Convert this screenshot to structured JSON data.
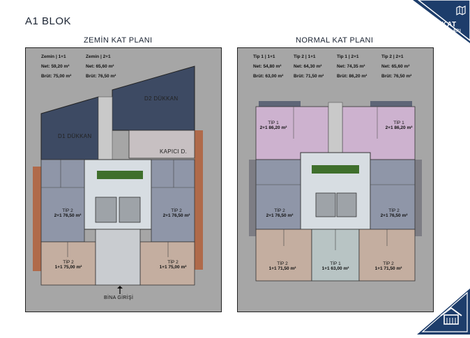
{
  "header": {
    "title": "A1 BLOK"
  },
  "badge": {
    "line1": "KAT",
    "line2": "PLANLARI",
    "color": "#1d3d6b"
  },
  "ground": {
    "title": "ZEMİN KAT PLANI",
    "info": [
      {
        "type": "Zemin | 1+1",
        "net": "Net: 59,20 m²",
        "gross": "Brüt: 75,00 m²"
      },
      {
        "type": "Zemin | 2+1",
        "net": "Net: 65,60 m²",
        "gross": "Brüt: 76,50 m²"
      }
    ],
    "labels": {
      "d2": "D2 DÜKKAN",
      "d1": "D1 DÜKKAN",
      "kapici": "KAPICI D.",
      "tip2a_name": "TİP 2",
      "tip2a_detail": "2+1 76,50 m²",
      "tip2b_name": "TİP 2",
      "tip2b_detail": "2+1 76,50 m²",
      "tip2c_name": "TİP 2",
      "tip2c_detail": "1+1 75,00 m²",
      "tip2d_name": "TİP 2",
      "tip2d_detail": "1+1 75,00 m²"
    },
    "entry": "BİNA GİRİŞİ"
  },
  "normal": {
    "title": "NORMAL KAT PLANI",
    "info": [
      {
        "type": "Tip 1 | 1+1",
        "net": "Net: 54,80 m²",
        "gross": "Brüt: 63,00 m²"
      },
      {
        "type": "Tip 2 | 1+1",
        "net": "Net: 64,30 m²",
        "gross": "Brüt: 71,50 m²"
      },
      {
        "type": "Tip 1 | 2+1",
        "net": "Net: 74,35 m²",
        "gross": "Brüt: 86,20 m²"
      },
      {
        "type": "Tip 2 | 2+1",
        "net": "Net: 65,60 m²",
        "gross": "Brüt: 76,50 m²"
      }
    ],
    "labels": {
      "t1a_name": "TİP 1",
      "t1a_detail": "2+1 86,20 m²",
      "t1b_name": "TİP 1",
      "t1b_detail": "2+1 86,20 m²",
      "t2a_name": "TİP 2",
      "t2a_detail": "2+1 76,50 m²",
      "t2b_name": "TİP 2",
      "t2b_detail": "2+1 76,50 m²",
      "t2c_name": "TİP 2",
      "t2c_detail": "1+1 71,50 m²",
      "t1c_name": "TİP 1",
      "t1c_detail": "1+1 63,00 m²",
      "t2d_name": "TİP 2",
      "t2d_detail": "1+1 71,50 m²"
    }
  }
}
